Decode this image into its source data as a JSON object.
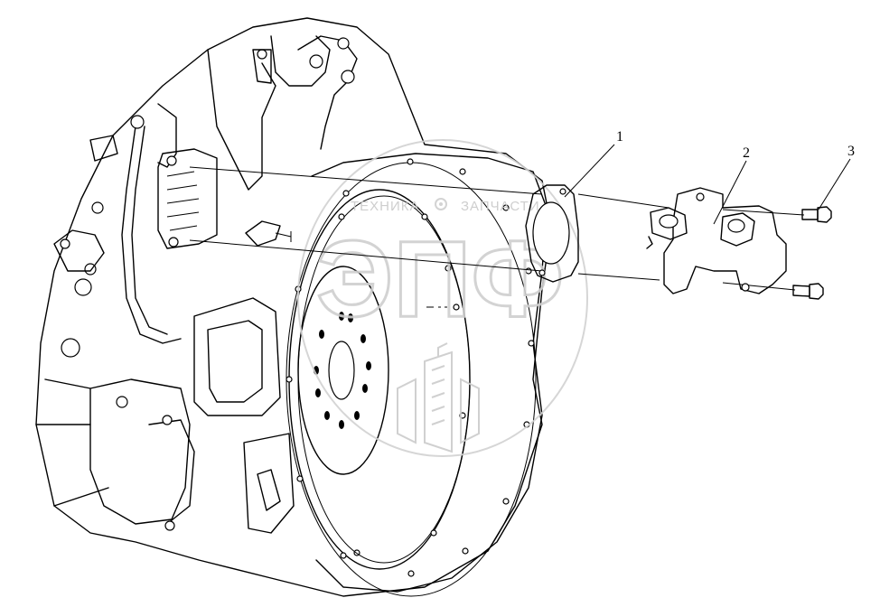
{
  "callouts": [
    {
      "id": "1",
      "label": "1"
    },
    {
      "id": "2",
      "label": "2"
    },
    {
      "id": "3",
      "label": "3"
    }
  ],
  "watermark": {
    "top_left": "ТЕХНИКА",
    "top_right": "ЗАПЧАСТИ",
    "logo": "ЭПФ",
    "color": "#cccccc"
  },
  "colors": {
    "line": "#000000",
    "background": "#ffffff"
  }
}
